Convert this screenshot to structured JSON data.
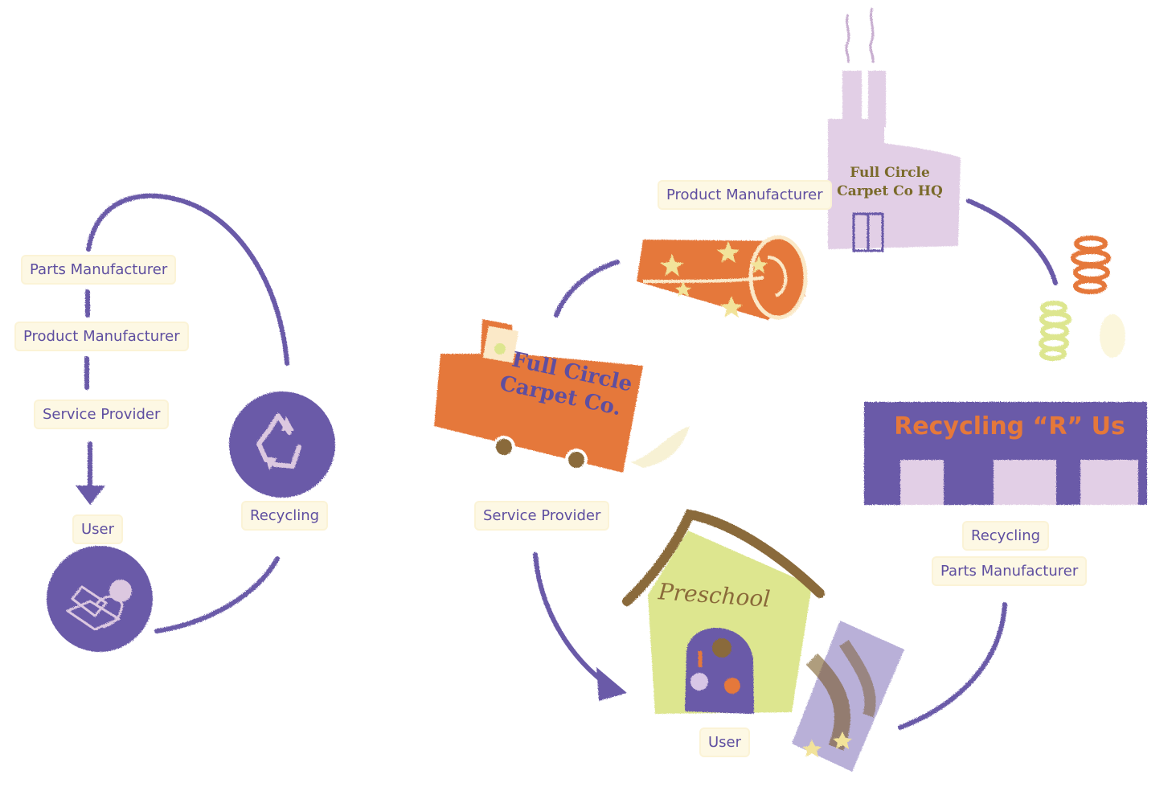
{
  "left_flow": {
    "parts_manufacturer": "Parts Manufacturer",
    "product_manufacturer": "Product Manufacturer",
    "service_provider": "Service Provider",
    "user": "User",
    "recycling": "Recycling"
  },
  "right_flow": {
    "product_manufacturer": "Product Manufacturer",
    "service_provider": "Service Provider",
    "user": "User",
    "recycling": "Recycling",
    "parts_manufacturer": "Parts Manufacturer",
    "factory_sign_line1": "Full Circle",
    "factory_sign_line2": "Carpet Co HQ",
    "truck_sign_line1": "Full Circle",
    "truck_sign_line2": "Carpet Co.",
    "recycler_sign": "Recycling “R” Us",
    "preschool_sign": "Preschool"
  },
  "colors": {
    "purple": "#6a5aa8",
    "label_text": "#5e4ea0",
    "label_bg": "#fdf8e4",
    "orange": "#e5783a",
    "lilac": "#e2cfe6",
    "lime": "#dde68f",
    "brown": "#8a6a3a"
  }
}
